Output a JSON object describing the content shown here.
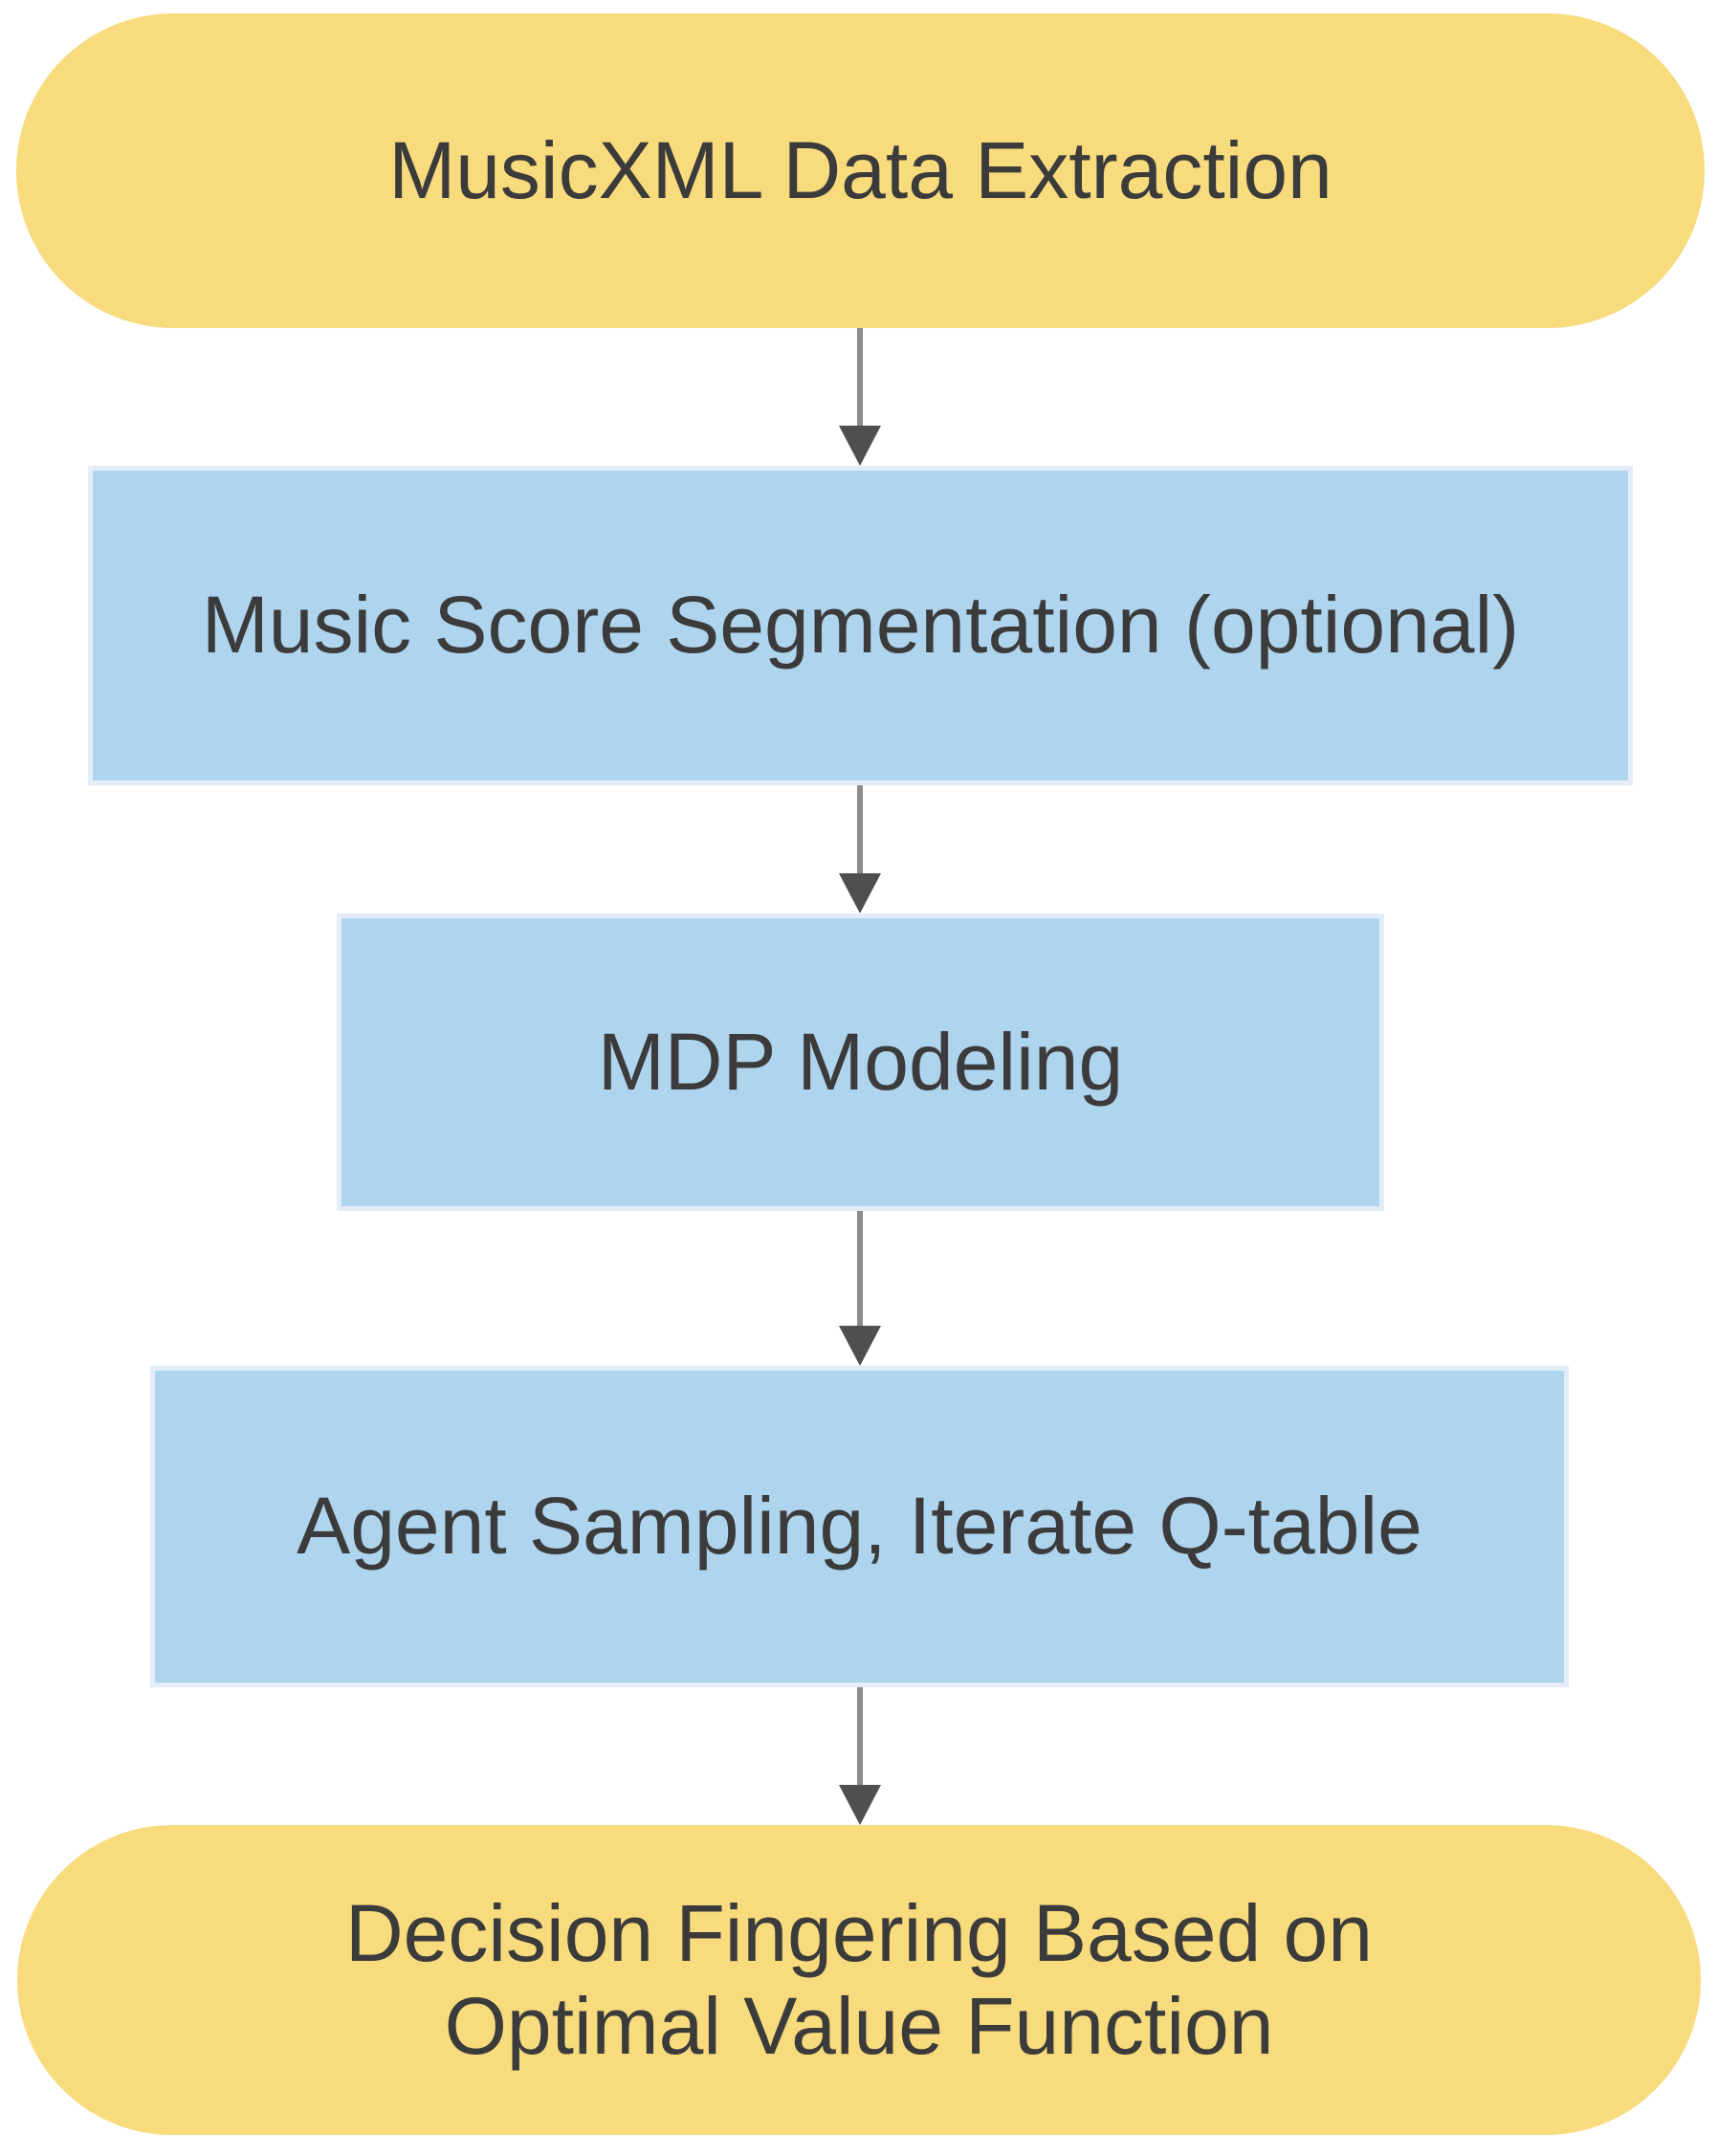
{
  "diagram": {
    "type": "flowchart",
    "orientation": "top-to-bottom",
    "colors": {
      "terminal_fill": "#F8DB7D",
      "process_fill": "#AFD4EE",
      "process_edge": "#E3EDF8",
      "arrow_line": "#8C8C8C",
      "arrow_head": "#4F4F4F",
      "text": "#3B3B3B",
      "background": "#FFFFFF"
    },
    "nodes": [
      {
        "id": "start",
        "shape": "terminal-pill",
        "label": "MusicXML Data Extraction"
      },
      {
        "id": "segmentation",
        "shape": "process-rect",
        "label": "Music Score Segmentation (optional)"
      },
      {
        "id": "mdp",
        "shape": "process-rect",
        "label": "MDP Modeling"
      },
      {
        "id": "agent",
        "shape": "process-rect",
        "label": "Agent Sampling, Iterate Q-table"
      },
      {
        "id": "end",
        "shape": "terminal-pill",
        "label": "Decision Fingering Based on Optimal Value Function"
      }
    ],
    "edges": [
      {
        "from": "start",
        "to": "segmentation",
        "style": "arrow-down"
      },
      {
        "from": "segmentation",
        "to": "mdp",
        "style": "arrow-down"
      },
      {
        "from": "mdp",
        "to": "agent",
        "style": "arrow-down"
      },
      {
        "from": "agent",
        "to": "end",
        "style": "arrow-down"
      }
    ]
  }
}
